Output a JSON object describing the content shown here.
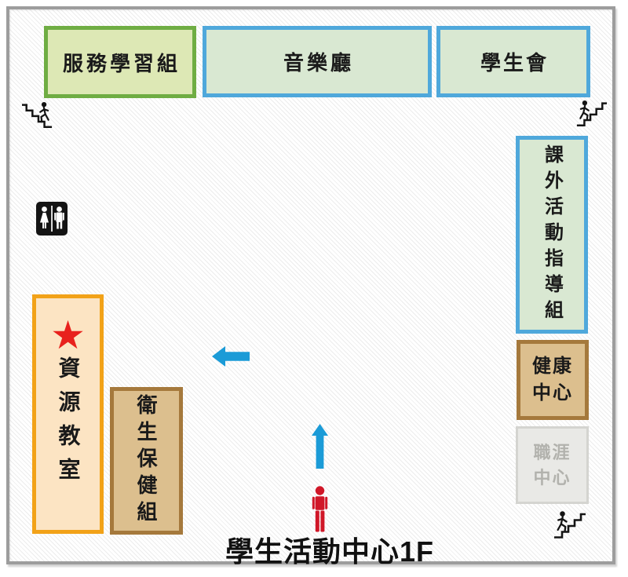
{
  "title": "學生活動中心1F",
  "rooms": {
    "service_learning": {
      "label": "服務學習組",
      "border_color": "#6fad43",
      "fill_color": "#dde8b5"
    },
    "concert_hall": {
      "label": "音樂廳",
      "border_color": "#4fa8db",
      "fill_color": "#d9e8d2"
    },
    "student_union": {
      "label": "學生會",
      "border_color": "#4fa8db",
      "fill_color": "#d9e8d2"
    },
    "extracurricular": {
      "label": "課外活動指導組",
      "border_color": "#4fa8db",
      "fill_color": "#d9e8d2"
    },
    "health_center": {
      "label": "健康中心",
      "border_color": "#a5793c",
      "fill_color": "#dcbf8e"
    },
    "career_center": {
      "label": "職涯中心",
      "border_color": "#d4d4d0",
      "fill_color": "#e9e9e6",
      "text_color": "#b2b2ad"
    },
    "resource_room": {
      "label": "資源教室",
      "border_color": "#f2a218",
      "fill_color": "#fce4c3",
      "marker": "★",
      "marker_color": "#e8211d"
    },
    "health_care": {
      "label": "衛生保健組",
      "border_color": "#a5793c",
      "fill_color": "#dcbf8e"
    }
  },
  "icons": {
    "stairs_top_left": "stairs-down",
    "stairs_top_right": "stairs-up",
    "stairs_bottom_right": "stairs-up",
    "restroom": "restroom",
    "arrow_left": "direction-arrow-left",
    "arrow_up": "direction-arrow-up",
    "you_are_here": "person-marker"
  },
  "colors": {
    "arrow_blue": "#1b9bd7",
    "person_red": "#d01728",
    "star_red": "#e8211d",
    "frame_gray": "#9d9d9d"
  }
}
